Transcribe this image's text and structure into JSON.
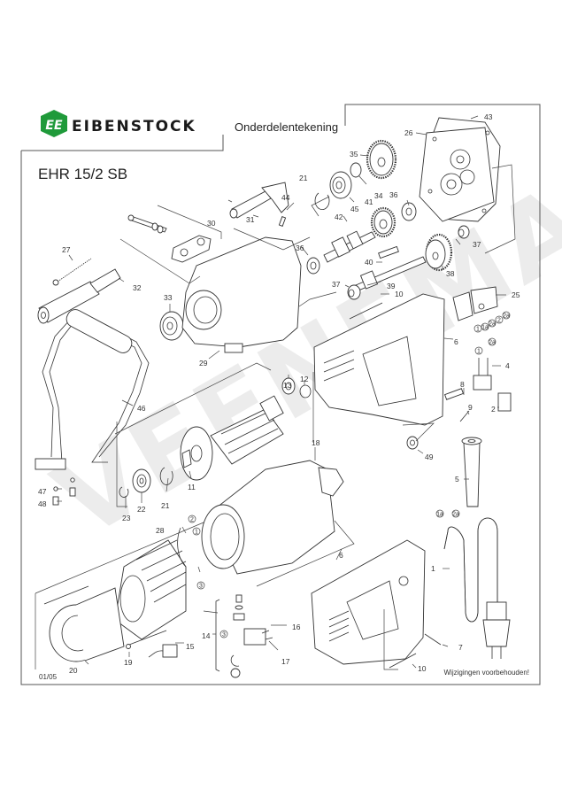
{
  "header": {
    "brand": "EIBENSTOCK",
    "logo_letters": "EE",
    "document_type": "Onderdelentekening",
    "model": "EHR 15/2 SB"
  },
  "colors": {
    "logo_green": "#1f9a3a",
    "line": "#333333",
    "watermark": "#e8e8e8"
  },
  "watermark": "VEENEMAN",
  "footer": {
    "date_code": "01/05",
    "disclaimer": "Wijzigingen voorbehouden!"
  },
  "callouts": {
    "p1": "1",
    "p2": "2",
    "p4": "4",
    "p5": "5",
    "p6a": "6",
    "p6b": "6",
    "p7": "7",
    "p8": "8",
    "p9": "9",
    "p10a": "10",
    "p10b": "10",
    "p11": "11",
    "p12": "12",
    "p13": "13",
    "p14": "14",
    "p15": "15",
    "p16": "16",
    "p17": "17",
    "p18": "18",
    "p19": "19",
    "p20": "20",
    "p21a": "21",
    "p21b": "21",
    "p22": "22",
    "p23": "23",
    "p25": "25",
    "p26": "26",
    "p27": "27",
    "p28": "28",
    "p29": "29",
    "p30": "30",
    "p31": "31",
    "p32": "32",
    "p33": "33",
    "p34": "34",
    "p35": "35",
    "p36a": "36",
    "p36b": "36",
    "p37a": "37",
    "p37b": "37",
    "p38": "38",
    "p39": "39",
    "p40": "40",
    "p41": "41",
    "p42": "42",
    "p43": "43",
    "p44": "44",
    "p45": "45",
    "p46": "46",
    "p47": "47",
    "p48": "48",
    "p49": "49"
  },
  "wire_markers": {
    "w1": "1",
    "w2": "2",
    "w3": "3",
    "w1a": "1a",
    "w2a": "2a"
  }
}
